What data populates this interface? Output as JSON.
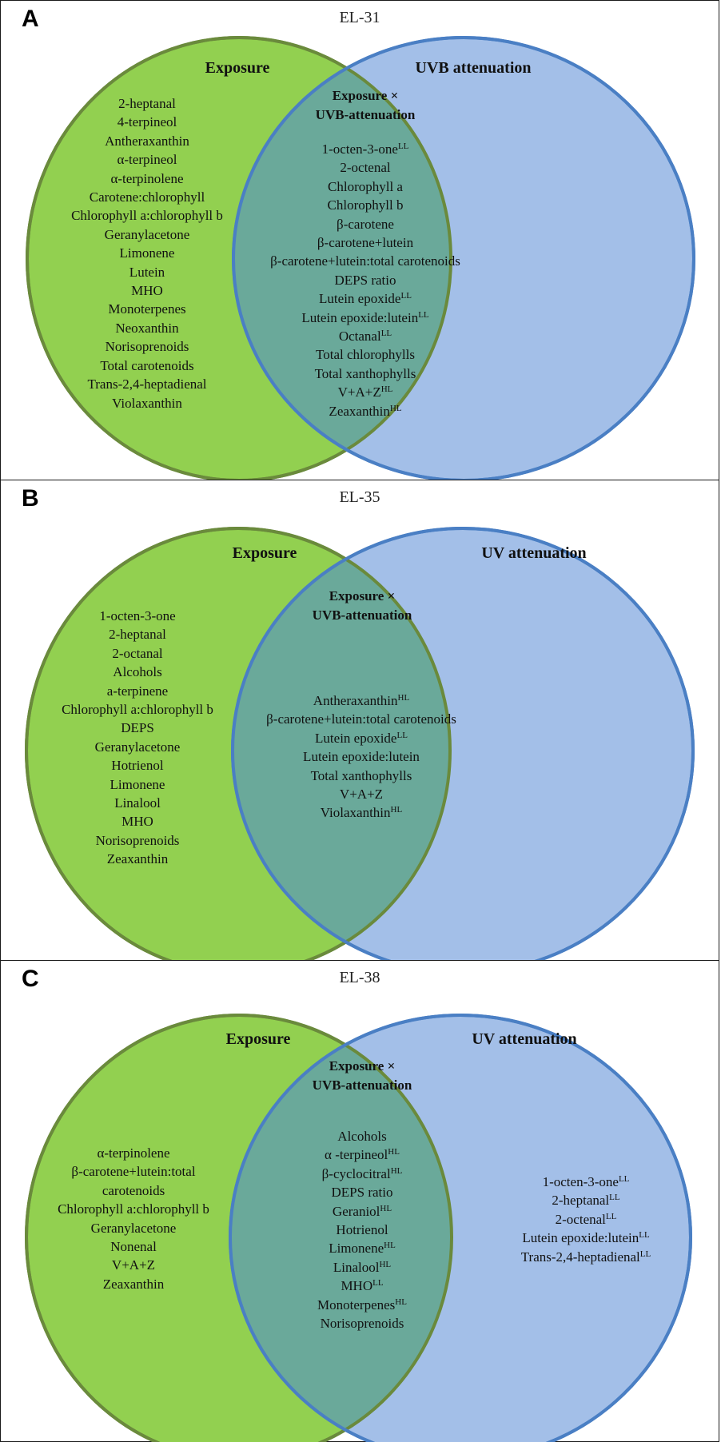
{
  "panels": [
    {
      "letter": "A",
      "title": "EL-31",
      "left_title": "Exposure",
      "right_title": "UVB attenuation",
      "intersection_title": [
        "Exposure ×",
        "UVB-attenuation"
      ],
      "left_items": [
        {
          "text": "2-heptanal",
          "sup": ""
        },
        {
          "text": "4-terpineol",
          "sup": ""
        },
        {
          "text": "Antheraxanthin",
          "sup": ""
        },
        {
          "text": "α-terpineol",
          "sup": ""
        },
        {
          "text": "α-terpinolene",
          "sup": ""
        },
        {
          "text": "Carotene:chlorophyll",
          "sup": ""
        },
        {
          "text": "Chlorophyll a:chlorophyll b",
          "sup": ""
        },
        {
          "text": "Geranylacetone",
          "sup": ""
        },
        {
          "text": "Limonene",
          "sup": ""
        },
        {
          "text": "Lutein",
          "sup": ""
        },
        {
          "text": "MHO",
          "sup": ""
        },
        {
          "text": "Monoterpenes",
          "sup": ""
        },
        {
          "text": "Neoxanthin",
          "sup": ""
        },
        {
          "text": "Norisoprenoids",
          "sup": ""
        },
        {
          "text": "Total carotenoids",
          "sup": ""
        },
        {
          "text": "Trans-2,4-heptadienal",
          "sup": ""
        },
        {
          "text": "Violaxanthin",
          "sup": ""
        }
      ],
      "intersection_items": [
        {
          "text": "1-octen-3-one",
          "sup": "LL"
        },
        {
          "text": "2-octenal",
          "sup": ""
        },
        {
          "text": "Chlorophyll a",
          "sup": ""
        },
        {
          "text": "Chlorophyll b",
          "sup": ""
        },
        {
          "text": "β-carotene",
          "sup": ""
        },
        {
          "text": "β-carotene+lutein",
          "sup": ""
        },
        {
          "text": "β-carotene+lutein:total carotenoids",
          "sup": ""
        },
        {
          "text": "DEPS ratio",
          "sup": ""
        },
        {
          "text": "Lutein epoxide",
          "sup": "LL"
        },
        {
          "text": "Lutein epoxide:lutein",
          "sup": "LL"
        },
        {
          "text": "Octanal",
          "sup": "LL"
        },
        {
          "text": "Total chlorophylls",
          "sup": ""
        },
        {
          "text": "Total xanthophylls",
          "sup": ""
        },
        {
          "text": "V+A+Z",
          "sup": "HL"
        },
        {
          "text": "Zeaxanthin",
          "sup": "HL"
        }
      ],
      "right_items": []
    },
    {
      "letter": "B",
      "title": "EL-35",
      "left_title": "Exposure",
      "right_title": "UV attenuation",
      "intersection_title": [
        "Exposure ×",
        "UVB-attenuation"
      ],
      "left_items": [
        {
          "text": "1-octen-3-one",
          "sup": ""
        },
        {
          "text": "2-heptanal",
          "sup": ""
        },
        {
          "text": "2-octanal",
          "sup": ""
        },
        {
          "text": "Alcohols",
          "sup": ""
        },
        {
          "text": "a-terpinene",
          "sup": ""
        },
        {
          "text": "Chlorophyll a:chlorophyll b",
          "sup": ""
        },
        {
          "text": "DEPS",
          "sup": ""
        },
        {
          "text": "Geranylacetone",
          "sup": ""
        },
        {
          "text": "Hotrienol",
          "sup": ""
        },
        {
          "text": "Limonene",
          "sup": ""
        },
        {
          "text": "Linalool",
          "sup": ""
        },
        {
          "text": "MHO",
          "sup": ""
        },
        {
          "text": "Norisoprenoids",
          "sup": ""
        },
        {
          "text": "Zeaxanthin",
          "sup": ""
        }
      ],
      "intersection_items": [
        {
          "text": "Antheraxanthin",
          "sup": "HL"
        },
        {
          "text": "β-carotene+lutein:total carotenoids",
          "sup": ""
        },
        {
          "text": "Lutein epoxide",
          "sup": "LL"
        },
        {
          "text": "Lutein epoxide:lutein",
          "sup": ""
        },
        {
          "text": "Total xanthophylls",
          "sup": ""
        },
        {
          "text": "V+A+Z",
          "sup": ""
        },
        {
          "text": "Violaxanthin",
          "sup": "HL"
        }
      ],
      "right_items": []
    },
    {
      "letter": "C",
      "title": "EL-38",
      "left_title": "Exposure",
      "right_title": "UV attenuation",
      "intersection_title": [
        "Exposure ×",
        "UVB-attenuation"
      ],
      "left_items": [
        {
          "text": "α-terpinolene",
          "sup": ""
        },
        {
          "text": "β-carotene+lutein:total",
          "sup": ""
        },
        {
          "text": "carotenoids",
          "sup": ""
        },
        {
          "text": "Chlorophyll a:chlorophyll b",
          "sup": ""
        },
        {
          "text": "Geranylacetone",
          "sup": ""
        },
        {
          "text": "Nonenal",
          "sup": ""
        },
        {
          "text": "V+A+Z",
          "sup": ""
        },
        {
          "text": "Zeaxanthin",
          "sup": ""
        }
      ],
      "intersection_items": [
        {
          "text": "Alcohols",
          "sup": ""
        },
        {
          "text": "α -terpineol",
          "sup": "HL"
        },
        {
          "text": "β-cyclocitral",
          "sup": "HL"
        },
        {
          "text": "DEPS ratio",
          "sup": ""
        },
        {
          "text": "Geraniol",
          "sup": "HL"
        },
        {
          "text": "Hotrienol",
          "sup": ""
        },
        {
          "text": "Limonene",
          "sup": "HL"
        },
        {
          "text": "Linalool",
          "sup": "HL"
        },
        {
          "text": "MHO",
          "sup": "LL"
        },
        {
          "text": "Monoterpenes",
          "sup": "HL"
        },
        {
          "text": "Norisoprenoids",
          "sup": ""
        }
      ],
      "right_items": [
        {
          "text": "1-octen-3-one",
          "sup": "LL"
        },
        {
          "text": "2-heptanal",
          "sup": "LL"
        },
        {
          "text": "2-octenal",
          "sup": "LL"
        },
        {
          "text": "Lutein epoxide:lutein",
          "sup": "LL"
        },
        {
          "text": "Trans-2,4-heptadienal",
          "sup": "LL"
        }
      ]
    }
  ],
  "colors": {
    "exposure_fill": "#92d050",
    "exposure_stroke": "#6a8a3c",
    "uv_fill": "#a3bfe8",
    "uv_stroke": "#4a7fc4",
    "overlap_fill": "#6aa99a"
  }
}
